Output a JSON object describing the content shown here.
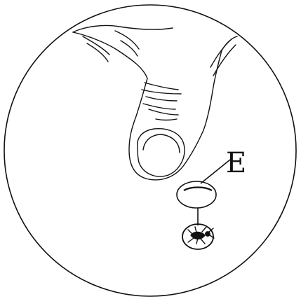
{
  "figure": {
    "label": "E",
    "stroke_color": "#111111",
    "background_color": "#ffffff"
  },
  "icons": {
    "view_circle": "circular-view-outline",
    "finger": "thumb-pressing-illustration",
    "lens": "oval-lens-marker",
    "insect": "insect-in-circle-marker"
  }
}
